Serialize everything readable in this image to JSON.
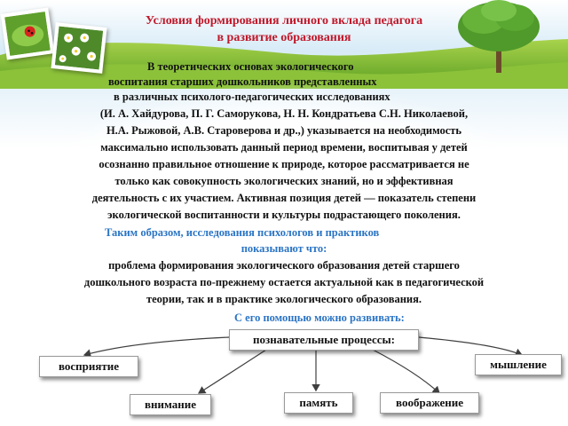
{
  "title": {
    "line1": "Условия формирования личного вклада педагога",
    "line2": "в развитие образования"
  },
  "body": {
    "lines": [
      "В  теоретических основах экологического",
      "воспитания  старших дошкольников представленных",
      "в различных психолого-педагогических исследованиях",
      "(И. А. Хайдурова, П. Г. Саморукова, Н. Н. Кондратьева С.Н. Николаевой,",
      "Н.А. Рыжовой, А.В. Староверова и др.,) указывается на необходимость",
      "максимально использовать данный период времени, воспитывая у детей",
      "осознанно правильное отношение к природе, которое рассматривается не",
      "только как совокупность экологических знаний, но и эффективная",
      "деятельность с их участием. Активная позиция детей — показатель степени",
      "экологической воспитанности и культуры подрастающего поколения."
    ]
  },
  "conclusion": {
    "blue_line1": "Таким образом, исследования психологов и практиков",
    "blue_line2": "показывают что:",
    "lines": [
      "проблема формирования экологического образования детей старшего",
      "дошкольного возраста по-прежнему остается актуальной как в педагогической",
      "теории, так и в практике экологического образования."
    ]
  },
  "diagram": {
    "heading": "С его помощью можно развивать:",
    "root": "познавательные процессы:",
    "nodes": {
      "perception": "восприятие",
      "thinking": "мышление",
      "attention": "внимание",
      "memory": "память",
      "imagination": "воображение"
    }
  },
  "colors": {
    "title": "#c0182a",
    "accent_blue": "#2a74c4",
    "grass": "#7dbb2e",
    "sky": "#cfe6f4"
  }
}
